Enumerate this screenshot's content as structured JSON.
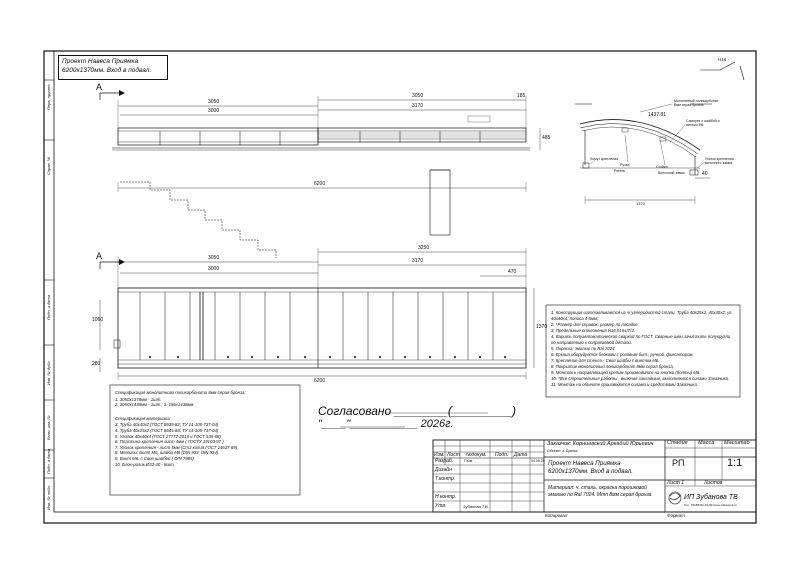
{
  "title": {
    "line1": "Проект Навеса Приямка",
    "line2": "6200х1370мм. Вход в подвал."
  },
  "views": {
    "arrow_label": "А"
  },
  "dimensions": {
    "top_3050_left": "3050",
    "top_3050_right": "3050",
    "top_185": "185",
    "top_3000": "3000",
    "top_3170": "3170",
    "top_485": "485",
    "top_6200": "6200",
    "plan_3250": "3250",
    "plan_3050": "3050",
    "plan_3000": "3000",
    "plan_3170": "3170",
    "plan_470": "470",
    "plan_1060": "1060",
    "plan_1370": "1370",
    "plan_280": "280",
    "plan_6200": "6200",
    "side_r": "1437.81",
    "side_40": "40",
    "side_1370": "1370",
    "side_h16": "Н16"
  },
  "side_labels": {
    "polycarb": "Монолитный поликарбонат 8мм серая бронза",
    "washer": "Саморез с шайбой и винтом М6",
    "saddle": "Хомут крепления",
    "ruchka": "Ручка",
    "rigel": "Ригель",
    "post": "Стойка",
    "bracket": "Уголок крепления вилочного замка",
    "lock": "Вилочный замок"
  },
  "notes": [
    "1. Конструкция изготавливается из ч/ углеродистой стали. Труба 40х25х2, 40х40х2; уг. 40х40х4; полоса 4-5мм;",
    "2. *Размер для справок, размер по посадке.",
    "3. Предельные отклонения Н16,h16±IT/2.",
    "4. Варить полуавтоматической сваркой по ГОСТ. Сварные швы зачистить полукругло по направлению к сопрягаемой детали.",
    "5. Окраска: эмалью по Ral 7024.",
    "6. Крыша оборудуется блоками с розовым бит., ручкой, фиксатором.",
    "7. Крепление для стекла - Своя шайбы с винтом М6.",
    "8. Покрытие монолитный поликарбонат 8мм серая бронза.",
    "9. Монтаж к направляющей крепим производится на кнопки (болты) М6.",
    "10. *Все строительные работы , включая закладные, выполняются силами Заказчика.",
    "11. Монтаж на объекте производится силами и средствами Заказчика."
  ],
  "spec_polycarbonate": {
    "header": "Спецификация монолитного поликарбоната 8мм серая бронза:",
    "items": [
      "1. 3050х1378мм - 1шт.",
      "2. 3050х1438мм - 1шт.; 3. 186х1438мм"
    ]
  },
  "spec_materials": {
    "header": "Спецификация материала:",
    "items": [
      "3. Труба 40х40х2  (ГОСТ 8639-82; ТУ 14-105-737-04)",
      "4. Труба 40х25х2  (ГОСТ 8645-68; ТУ 14-105-737-04)",
      "5. Уголок 40х40х4  (ГОСТ 27772-2015 и ГОСТ 535-88)",
      "6. Пластина крепления лист 4мм ( ГОСТУ 19103-97 )",
      "7. Уголок крепления - лист 5мм (Ст3 копия ГОСТ 14637-89)",
      "8. Метизы: Болт М6, шайба М8 (DIN 933; DIN 934)",
      "9. Винт М6. с Своя шайбой  ( DIN 7985)",
      "10. Блок-ролик  Ø32-40 - 8шт."
    ]
  },
  "agreement": {
    "line1": "Согласовано ________(_________)",
    "line2": "\"____\"___________  2026г."
  },
  "title_block": {
    "customer": "Заказчик:  Корниевский Аркадий Юрьевич",
    "customer_sub": "Объект: г. Брянск",
    "project_line1": "Проект Навеса Приямка",
    "project_line2": "6200х1370мм. Вход в подвал.",
    "material_line1": "Материал: ч. сталь,  окраска порошковой",
    "material_line2": "эмалью по Ral 7024. Мтп 8мм серая бронза",
    "col_izm": "Изм.",
    "col_list": "Лист",
    "col_ndoc": "№докум.",
    "col_podp": "Подп.",
    "col_data": "Дата",
    "row_razrab": "Разраб.",
    "row_razrab_name": "Г.Ков",
    "row_razrab_date": "04.09.25",
    "row_dizain": "Дизайн",
    "row_tkontr": "Т.контр.",
    "row_nkontr": "Н.контр.",
    "row_utv": "Утв.",
    "row_utv_name": "Зубанова Т.В.",
    "stadia_lbl": "Стадия",
    "massa_lbl": "Масса",
    "masshtab_lbl": "Масштаб",
    "stadia_val": "РП",
    "masshtab_val": "1:1",
    "list_lbl": "Лист  1",
    "listov_lbl": "Листов",
    "company": "ИП Зубанова ТВ",
    "company_sub": "Тел. 79188411-19-99    www.zubanova.ru",
    "kopiroval": "Копировал",
    "format": "Формат"
  },
  "left_strip": {
    "l1": "Перв. примен.",
    "l2": "Справ. №",
    "l3": "Подп. и дата",
    "l4": "Инв. № дубл.",
    "l5": "Взам. инв. №",
    "l6": "Подп. и дата",
    "l7": "Инв. № подл."
  }
}
